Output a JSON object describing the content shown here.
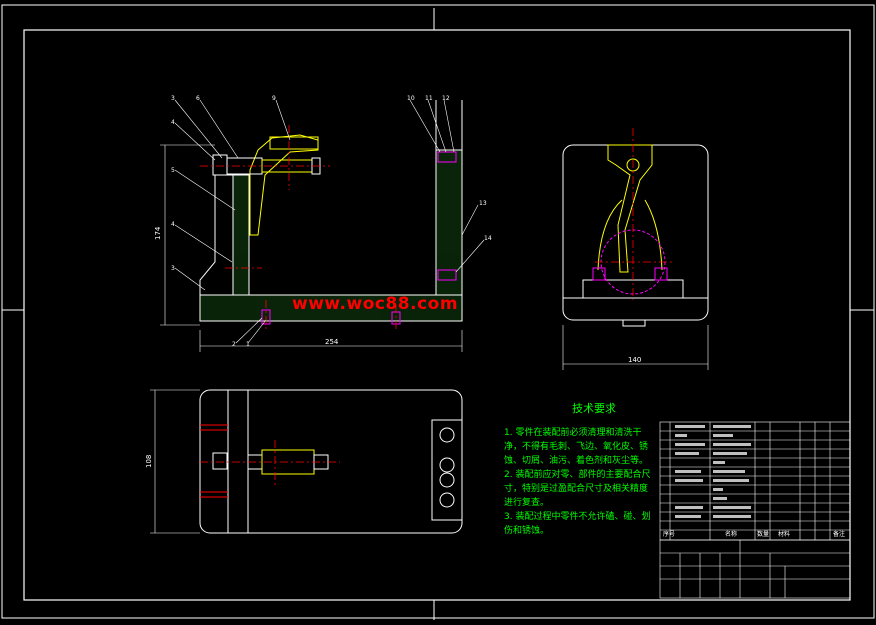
{
  "watermark": "www.woc88.com",
  "dimensions": {
    "front_width": "254",
    "front_height": "174",
    "side_width": "140",
    "top_height": "108"
  },
  "balloons": [
    "3",
    "6",
    "9",
    "4",
    "5",
    "4",
    "3",
    "2",
    "1",
    "10",
    "11",
    "12",
    "13",
    "14"
  ],
  "notes": {
    "title": "技术要求",
    "items": [
      "1. 零件在装配前必须清理和清洗干净，不得有毛刺、飞边、氧化皮、锈蚀、切屑、油污、着色剂和灰尘等。",
      "2. 装配前应对零、部件的主要配合尺寸，特别是过盈配合尺寸及相关精度进行复查。",
      "3. 装配过程中零件不允许磕、碰、划伤和锈蚀。"
    ]
  },
  "title_block": {
    "h_seq": "序号",
    "h_name": "名称",
    "h_qty": "数量",
    "h_mat": "材料",
    "h_note": "备注"
  },
  "colors": {
    "outline": "#ffffff",
    "part": "#ffff00",
    "hidden": "#ff00ff",
    "center": "#ff0000",
    "hatch": "#00ff00",
    "text": "#00ff00"
  }
}
